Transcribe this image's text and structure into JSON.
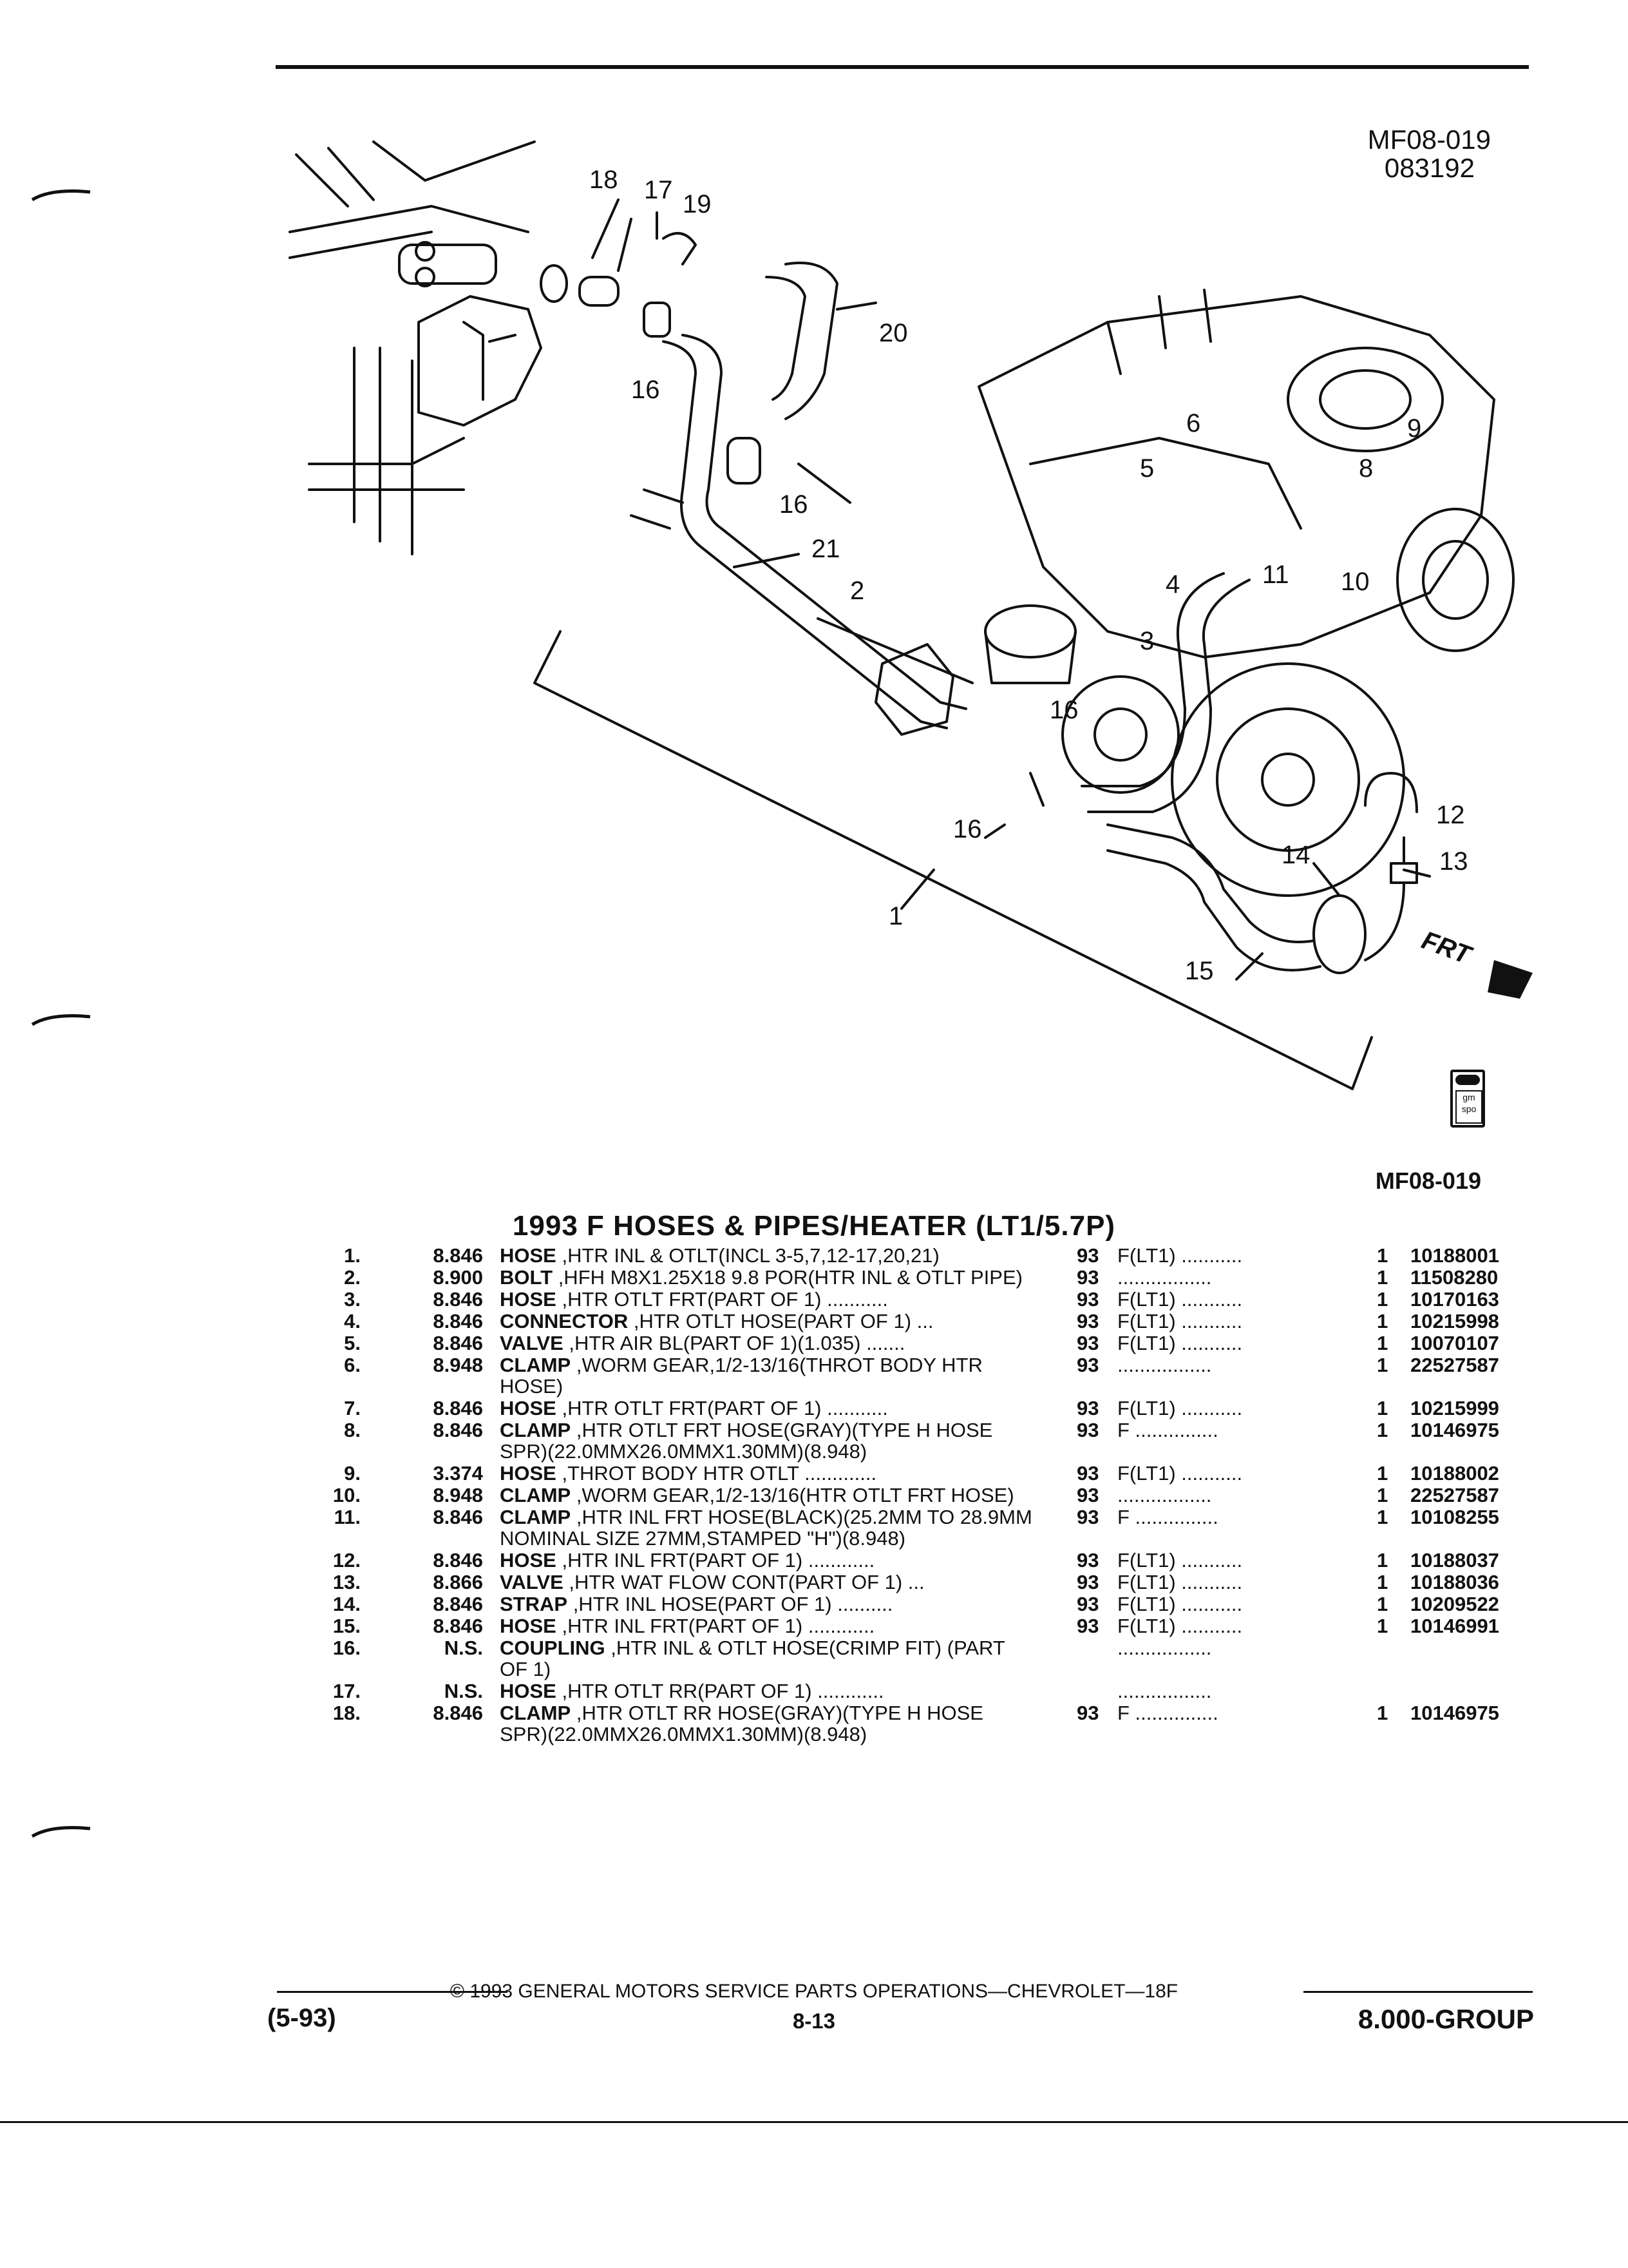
{
  "diagram": {
    "code_top": "MF08-019",
    "date_code": "083192",
    "code_bottom": "MF08-019",
    "direction_label": "FRT",
    "logo_text": "gm spo",
    "callouts": [
      "1",
      "2",
      "3",
      "4",
      "5",
      "6",
      "8",
      "9",
      "10",
      "11",
      "12",
      "13",
      "14",
      "15",
      "16",
      "16",
      "16",
      "16",
      "17",
      "18",
      "19",
      "20",
      "21"
    ]
  },
  "title": "1993 F HOSES & PIPES/HEATER (LT1/5.7P)",
  "parts": [
    {
      "num": "1.",
      "group": "8.846",
      "name": "HOSE",
      "desc": " ,HTR INL & OTLT(INCL 3-5,7,12-17,20,21)",
      "year": "93",
      "model": "F(LT1) ...........",
      "qty": "1",
      "part_no": "10188001"
    },
    {
      "num": "2.",
      "group": "8.900",
      "name": "BOLT",
      "desc": " ,HFH M8X1.25X18 9.8 POR(HTR INL & OTLT PIPE)",
      "year": "93",
      "model": ".................",
      "qty": "1",
      "part_no": "11508280"
    },
    {
      "num": "3.",
      "group": "8.846",
      "name": "HOSE",
      "desc": " ,HTR OTLT FRT(PART OF 1) ...........",
      "year": "93",
      "model": "F(LT1) ...........",
      "qty": "1",
      "part_no": "10170163"
    },
    {
      "num": "4.",
      "group": "8.846",
      "name": "CONNECTOR",
      "desc": " ,HTR OTLT HOSE(PART OF 1) ...",
      "year": "93",
      "model": "F(LT1) ...........",
      "qty": "1",
      "part_no": "10215998"
    },
    {
      "num": "5.",
      "group": "8.846",
      "name": "VALVE",
      "desc": " ,HTR AIR BL(PART OF 1)(1.035) .......",
      "year": "93",
      "model": "F(LT1) ...........",
      "qty": "1",
      "part_no": "10070107"
    },
    {
      "num": "6.",
      "group": "8.948",
      "name": "CLAMP",
      "desc": " ,WORM GEAR,1/2-13/16(THROT BODY HTR HOSE)",
      "year": "93",
      "model": ".................",
      "qty": "1",
      "part_no": "22527587"
    },
    {
      "num": "7.",
      "group": "8.846",
      "name": "HOSE",
      "desc": " ,HTR OTLT FRT(PART OF 1) ...........",
      "year": "93",
      "model": "F(LT1) ...........",
      "qty": "1",
      "part_no": "10215999"
    },
    {
      "num": "8.",
      "group": "8.846",
      "name": "CLAMP",
      "desc": " ,HTR OTLT FRT HOSE(GRAY)(TYPE H HOSE SPR)(22.0MMX26.0MMX1.30MM)(8.948)",
      "year": "93",
      "model": "F ...............",
      "qty": "1",
      "part_no": "10146975"
    },
    {
      "num": "9.",
      "group": "3.374",
      "name": "HOSE",
      "desc": " ,THROT BODY HTR OTLT .............",
      "year": "93",
      "model": "F(LT1) ...........",
      "qty": "1",
      "part_no": "10188002"
    },
    {
      "num": "10.",
      "group": "8.948",
      "name": "CLAMP",
      "desc": " ,WORM GEAR,1/2-13/16(HTR OTLT FRT HOSE)",
      "year": "93",
      "model": ".................",
      "qty": "1",
      "part_no": "22527587"
    },
    {
      "num": "11.",
      "group": "8.846",
      "name": "CLAMP",
      "desc": " ,HTR INL FRT HOSE(BLACK)(25.2MM TO 28.9MM NOMINAL SIZE 27MM,STAMPED \"H\")(8.948)",
      "year": "93",
      "model": "F ...............",
      "qty": "1",
      "part_no": "10108255"
    },
    {
      "num": "12.",
      "group": "8.846",
      "name": "HOSE",
      "desc": " ,HTR INL FRT(PART OF 1) ............",
      "year": "93",
      "model": "F(LT1) ...........",
      "qty": "1",
      "part_no": "10188037"
    },
    {
      "num": "13.",
      "group": "8.866",
      "name": "VALVE",
      "desc": " ,HTR WAT FLOW CONT(PART OF 1) ...",
      "year": "93",
      "model": "F(LT1) ...........",
      "qty": "1",
      "part_no": "10188036"
    },
    {
      "num": "14.",
      "group": "8.846",
      "name": "STRAP",
      "desc": " ,HTR INL HOSE(PART OF 1) ..........",
      "year": "93",
      "model": "F(LT1) ...........",
      "qty": "1",
      "part_no": "10209522"
    },
    {
      "num": "15.",
      "group": "8.846",
      "name": "HOSE",
      "desc": " ,HTR INL FRT(PART OF 1) ............",
      "year": "93",
      "model": "F(LT1) ...........",
      "qty": "1",
      "part_no": "10146991"
    },
    {
      "num": "16.",
      "group": "N.S.",
      "name": "COUPLING",
      "desc": " ,HTR INL & OTLT HOSE(CRIMP FIT) (PART OF 1)",
      "year": "",
      "model": ".................",
      "qty": "",
      "part_no": ""
    },
    {
      "num": "17.",
      "group": "N.S.",
      "name": "HOSE",
      "desc": " ,HTR OTLT RR(PART OF 1) ............",
      "year": "",
      "model": ".................",
      "qty": "",
      "part_no": ""
    },
    {
      "num": "18.",
      "group": "8.846",
      "name": "CLAMP",
      "desc": " ,HTR OTLT RR HOSE(GRAY)(TYPE H HOSE SPR)(22.0MMX26.0MMX1.30MM)(8.948)",
      "year": "93",
      "model": "F ...............",
      "qty": "1",
      "part_no": "10146975"
    }
  ],
  "footer": {
    "copyright": "© 1993 GENERAL MOTORS SERVICE PARTS OPERATIONS—CHEVROLET—18F",
    "date": "(5-93)",
    "page": "8-13",
    "group": "8.000-GROUP"
  }
}
